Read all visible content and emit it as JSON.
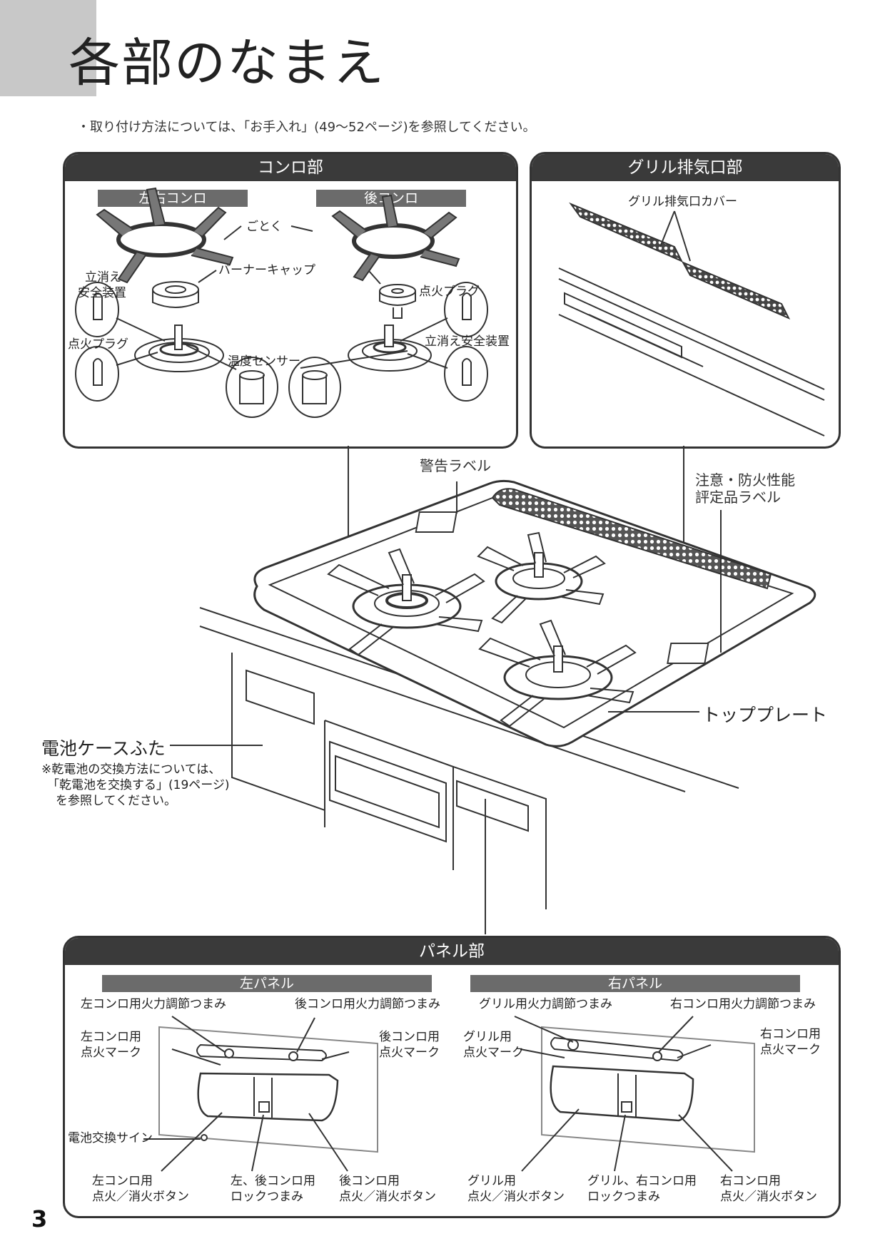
{
  "page": {
    "title": "各部のなまえ",
    "note": "・取り付け方法については、「お手入れ」(49〜52ページ)を参照してください。",
    "page_number": "3"
  },
  "konro": {
    "header": "コンロ部",
    "sub_left": "左右コンロ",
    "sub_right": "後コンロ",
    "gotoku": "ごとく",
    "tachikie_line1": "立消え",
    "tachikie_line2": "安全装置",
    "burner_cap": "バーナーキャップ",
    "tenka_plug_right": "点火プラグ",
    "tenka_plug_left": "点火プラグ",
    "ondo_sensor": "温度センサー",
    "tachikie_right": "立消え安全装置"
  },
  "grill": {
    "header": "グリル排気口部",
    "cover": "グリル排気口カバー"
  },
  "main": {
    "warning_label": "警告ラベル",
    "caution_line1": "注意・防火性能",
    "caution_line2": "評定品ラベル",
    "top_plate": "トッププレート",
    "battery_cover": "電池ケースふた",
    "battery_note1": "※乾電池の交換方法については、",
    "battery_note2": "「乾電池を交換する」(19ページ)",
    "battery_note3": "を参照してください。"
  },
  "panel": {
    "header": "パネル部",
    "left_title": "左パネル",
    "right_title": "右パネル",
    "left_knob": "左コンロ用火力調節つまみ",
    "back_knob": "後コンロ用火力調節つまみ",
    "left_mark_1": "左コンロ用",
    "left_mark_2": "点火マーク",
    "back_mark_1": "後コンロ用",
    "back_mark_2": "点火マーク",
    "battery_sign": "電池交換サイン",
    "left_btn_1": "左コンロ用",
    "left_btn_2": "点火／消火ボタン",
    "lock_left_1": "左、後コンロ用",
    "lock_left_2": "ロックつまみ",
    "back_btn_1": "後コンロ用",
    "back_btn_2": "点火／消火ボタン",
    "grill_knob": "グリル用火力調節つまみ",
    "right_knob": "右コンロ用火力調節つまみ",
    "grill_mark_1": "グリル用",
    "grill_mark_2": "点火マーク",
    "right_mark_1": "右コンロ用",
    "right_mark_2": "点火マーク",
    "grill_btn_1": "グリル用",
    "grill_btn_2": "点火／消火ボタン",
    "lock_right_1": "グリル、右コンロ用",
    "lock_right_2": "ロックつまみ",
    "right_btn_1": "右コンロ用",
    "right_btn_2": "点火／消火ボタン"
  }
}
